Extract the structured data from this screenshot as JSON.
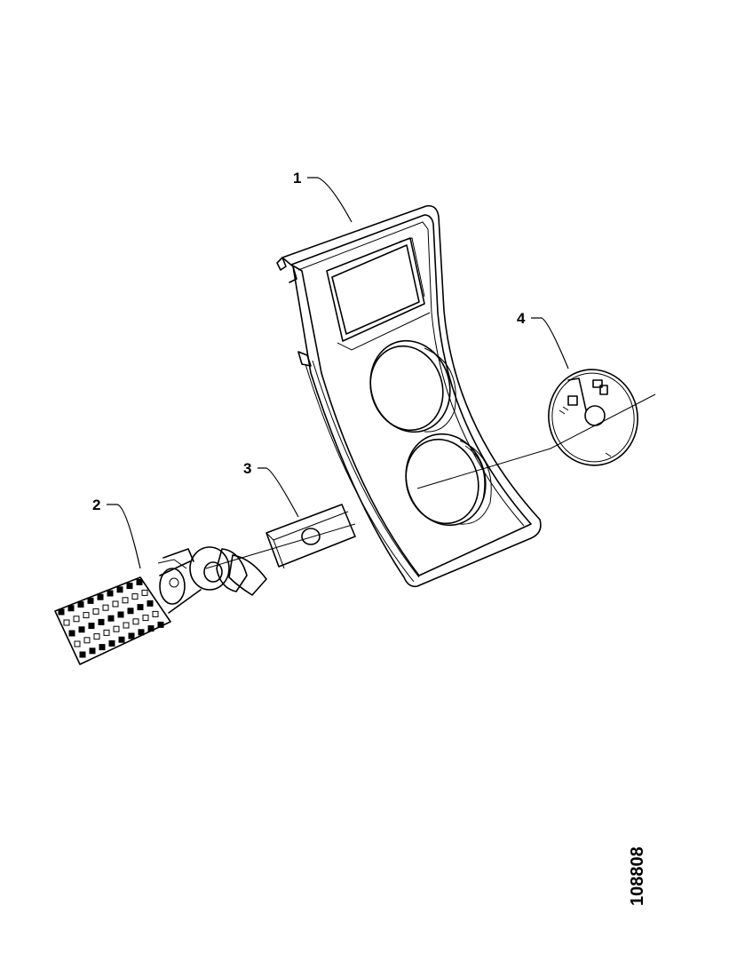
{
  "diagram": {
    "callouts": [
      {
        "id": "part-1",
        "label": "1"
      },
      {
        "id": "part-2",
        "label": "2"
      },
      {
        "id": "part-3",
        "label": "3"
      },
      {
        "id": "part-4",
        "label": "4"
      }
    ],
    "reference_number": "108808",
    "colors": {
      "line": "#000000",
      "background": "#ffffff"
    }
  }
}
